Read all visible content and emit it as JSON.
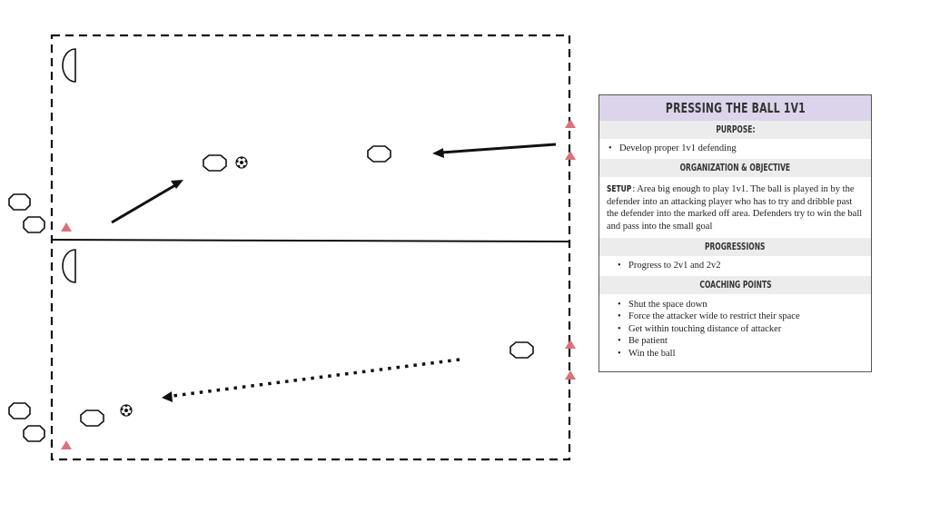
{
  "panel": {
    "title": "PRESSING THE BALL 1V1",
    "purpose_heading": "PURPOSE:",
    "purpose_items": [
      "Develop proper 1v1 defending"
    ],
    "org_heading": "ORGANIZATION & OBJECTIVE",
    "setup_label": "SETUP",
    "setup_text": ": Area big enough to play 1v1. The ball is played in by the defender into an attacking player who has to try and dribble past the defender into the marked off area. Defenders try to win the ball and pass into the small goal",
    "progressions_heading": "PROGRESSIONS",
    "progressions_items": [
      "Progress to 2v1 and 2v2"
    ],
    "coaching_heading": "COACHING POINTS",
    "coaching_items": [
      "Shut the space down",
      "Force the attacker wide to restrict their space",
      "Get within touching distance of attacker",
      "Be patient",
      "Win the ball"
    ]
  },
  "colors": {
    "title_bg": "#dcd4ea",
    "section_bg": "#ececec",
    "cone": "#d9737b",
    "lines": "#111111"
  },
  "icons": [
    "player-marker-icon",
    "soccer-ball-icon",
    "cone-icon",
    "small-goal-icon",
    "pass-arrow-icon",
    "dribble-arrow-icon"
  ]
}
